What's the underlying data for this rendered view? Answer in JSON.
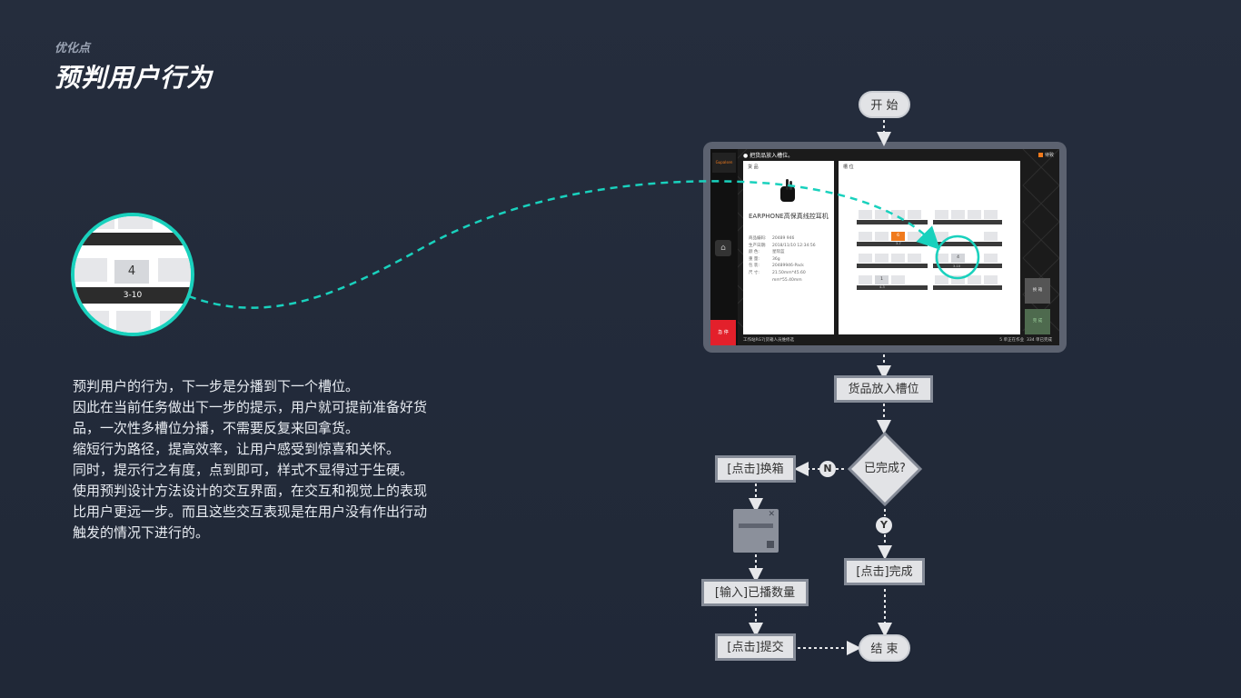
{
  "header": {
    "subtitle": "优化点",
    "title": "预判用户行为"
  },
  "description": [
    "预判用户的行为，下一步是分播到下一个槽位。",
    "因此在当前任务做出下一步的提示，用户就可提前准备好货",
    "品，一次性多槽位分播，不需要反复来回拿货。",
    "缩短行为路径，提高效率，让用户感受到惊喜和关怀。",
    "同时，提示行之有度，点到即可，样式不显得过于生硬。",
    "使用预判设计方法设计的交互界面，在交互和视觉上的表现",
    "比用户更远一步。而且这些交互表现是在用户没有作出行动",
    "触发的情况下进行的。"
  ],
  "zoom": {
    "cell_value": "4",
    "slot_label": "3-10"
  },
  "screen": {
    "logo": "Gupalsen",
    "top_message": "把货品放入槽位。",
    "top_right": "待致",
    "goods_header": "货 品",
    "slot_header": "槽 位",
    "product_name": "EARPHONE高保真线控耳机",
    "info": [
      {
        "label": "商品编码:",
        "value": "20489 946"
      },
      {
        "label": "生产日期:",
        "value": "2018/11/10 12:34:56"
      },
      {
        "label": "颜 色:",
        "value": "星际蓝"
      },
      {
        "label": "重 量:",
        "value": "36g"
      },
      {
        "label": "包 装:",
        "value": "20489946-Pack"
      },
      {
        "label": "尺 寸:",
        "value": "21.50mm*45.60mm*55.40mm"
      }
    ],
    "orange_cell": "6",
    "gray_cell": "4",
    "small_cell": "1",
    "slot_labels": [
      "3-7",
      "3-10",
      "4-3"
    ],
    "stop_button": "急 停",
    "side_button_1": "换 箱",
    "side_button_2": "完 成",
    "bottom_left": "工作站RG7|货箱人员维修选",
    "bottom_right_1": "5 单正在作业",
    "bottom_right_2": "334 单已完成"
  },
  "flow": {
    "start": "开 始",
    "step_put": "货品放入槽位",
    "decision": "已完成?",
    "no_badge": "N",
    "yes_badge": "Y",
    "change_box": "[点击]换箱",
    "input_qty": "[输入]已播数量",
    "submit": "[点击]提交",
    "complete": "[点击]完成",
    "end": "结 束"
  },
  "colors": {
    "accent": "#19d1bd",
    "orange": "#f07a1c",
    "stop_red": "#e3202b",
    "background": "#222a39"
  }
}
